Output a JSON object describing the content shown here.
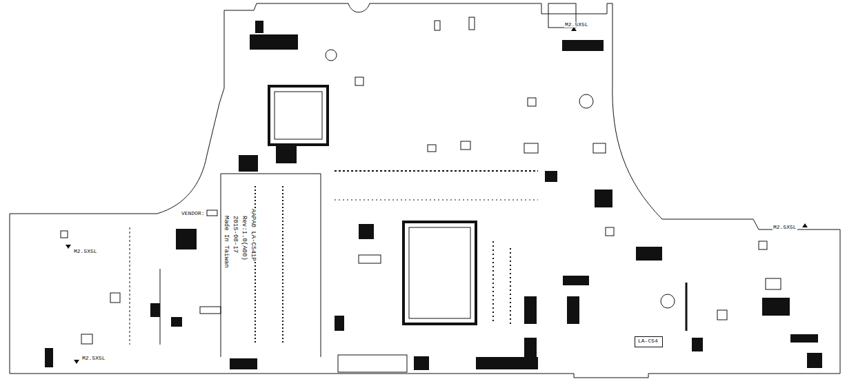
{
  "diagram": {
    "nodes": [
      {
        "text": [
          "LA-C54"
        ]
      }
    ],
    "labels": [
      "M2.5X5L",
      "M2.5X5L",
      "M2.5X5L",
      "M2.5X5L",
      "AAPA0 LA-C541P",
      "Rev:1.0(A00)",
      "2015-08-17",
      "Made In Taiwan",
      "VENDOR:"
    ]
  }
}
